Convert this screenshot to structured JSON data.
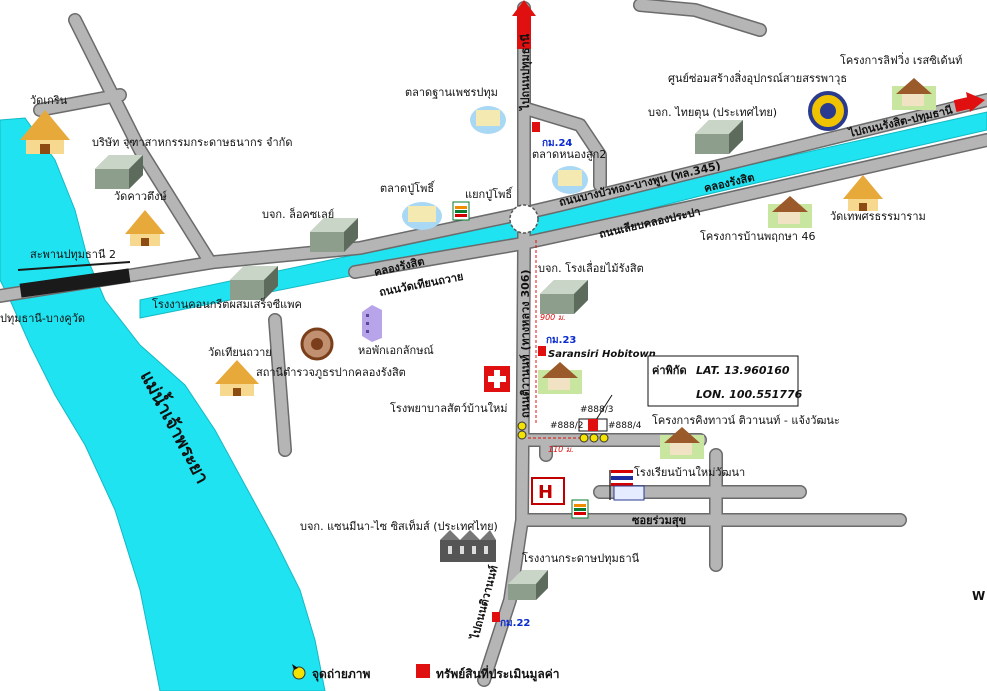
{
  "map": {
    "river_name": "แม่น้ำเจ้าพระยา",
    "roads": {
      "rangsit_pathum_road": "ไปถนนรังสิต-ปทุมธานี",
      "to_rangsit_pathum": "ไปถนนรังสิต-ปทุมธานี",
      "bua_thong_road": "ถนนบางบัวทอง-บางพูน (ทล.345)",
      "liap_khlong_prapa": "ถนนเลียบคลองประปา",
      "wat_thian_thawai_road": "ถนนวัดเทียนถวาย",
      "khlong_rangsit_1": "คลองรังสิต",
      "khlong_rangsit_2": "คลองรังสิต",
      "tiwanon_road": "ถนนติวานนท์ (ทางหลวง 306)",
      "to_tiwanon": "ไปถนนติวานนท์",
      "soi_ruam_suk": "ซอยร่วมสุข",
      "pathum_bridge": "สะพานปทุมธานี 2",
      "to_bang_khu_wat": "ปทุมธานี-บางคูวัด",
      "yaek_pu_pho": "แยกปู่โพธิ์",
      "to_pathum_top": "ไปถนนปทุมธานี"
    },
    "km_markers": [
      "กม.24",
      "กม.23",
      "กม.22"
    ],
    "distances": [
      "900 ม.",
      "110 ม."
    ],
    "places": {
      "wat_koen": "วัดเกริน",
      "jutha_company": "บริษัท จุฑาสาหกรรมกระดาษธนากร จำกัด",
      "wat_kha_tiang": "วัดคาวตึงษ์",
      "talat_than_phet": "ตลาดฐานเพชรปทุม",
      "talat_pu_pho": "ตลาดปู่โพธิ์",
      "talat_nong": "ตลาดหนองสูก2",
      "lock_company": "บจก. ล็อคซเลย์",
      "service_center": "ศูนย์ซ่อมสร้างสิ่งอุปกรณ์สายสรรพาวุธ",
      "thai_ton": "บจก. ไทยตุน (ประเทศไทย)",
      "lipping_project": "โครงการลิฟวิ่ง เรสซิเด้นท์",
      "wat_thep": "วัดเทพศรธรรมาราม",
      "ban_pruksa": "โครงการบ้านพฤกษา 46",
      "sawmill": "บจก. โรงเลื่อยไม้รังสิต",
      "concrete": "โรงงานคอนกรีตผสมเสร็จซีแพค",
      "dormitory": "หอพักเอกลักษณ์",
      "wat_thian_thawai": "วัดเทียนถวาย",
      "police": "สถานีตำรวจภูธรปากคลองรังสิต",
      "saransiri": "Saransiri Hobitown",
      "vet_hospital": "โรงพยาบาลสัตว์บ้านใหม่",
      "kingtown": "โครงการคิงทาวน์ ติวานนท์ - แจ้งวัฒนะ",
      "school": "โรงเรียนบ้านใหม่วัฒนา",
      "semina": "บจก. แซนมีนา-ไซ ซิสเท็มส์ (ประเทศไทย)",
      "paper_factory": "โรงงานกระดาษปทุมธานี"
    },
    "parcels": [
      "#888/3",
      "#888/2",
      "#888/4"
    ],
    "coordinate_box": {
      "label": "ค่าพิกัด",
      "lat": "LAT. 13.960160",
      "lon": "LON. 100.551776"
    },
    "compass": "W"
  },
  "legend": {
    "photo_point": "จุดถ่ายภาพ",
    "appraised_property": "ทรัพย์สินที่ประเมินมูลค่า"
  },
  "colors": {
    "river": "#1fe3f0",
    "road": "#b5b5b5",
    "road_edge": "#6b6b6b",
    "arrow": "#e01010",
    "property": "#e01010"
  }
}
